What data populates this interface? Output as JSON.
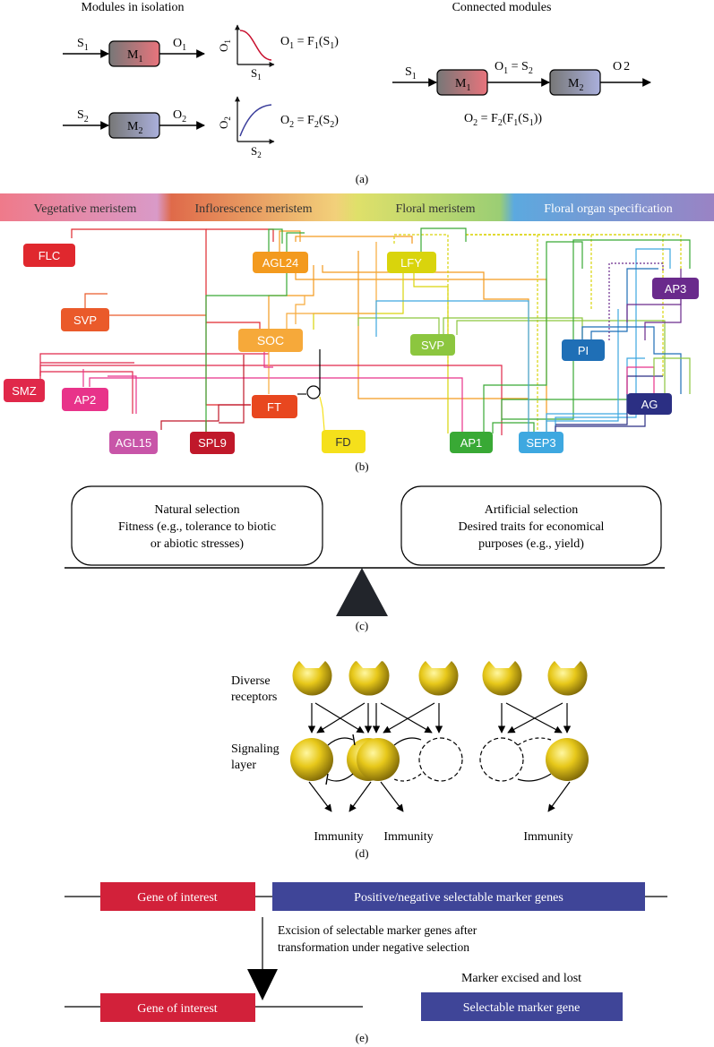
{
  "panel_a": {
    "title_isolation": "Modules in isolation",
    "title_connected": "Connected modules",
    "s1_sub": "1",
    "o1_sub": "1",
    "m1_sub": "1",
    "s2_sub": "2",
    "o2_sub": "2",
    "m2_sub": "2",
    "letter_s": "S",
    "letter_o": "O",
    "letter_m": "M",
    "eq1_lhs": "O",
    "eq1_mid": " = F",
    "eq1_arg": "(S",
    "eq1_close": ")",
    "eq_connected_mid": " = S",
    "eq_final_text": "(F",
    "label": "(a)"
  },
  "panel_b": {
    "headers": [
      "Vegetative meristem",
      "Inflorescence meristem",
      "Floral meristem",
      "Floral organ specification"
    ],
    "nodes": {
      "flc": "FLC",
      "agl24": "AGL24",
      "lfy": "LFY",
      "ap3": "AP3",
      "svp_left": "SVP",
      "soc": "SOC",
      "svp_right": "SVP",
      "pi": "PI",
      "smz": "SMZ",
      "ap2": "AP2",
      "ft": "FT",
      "ag": "AG",
      "agl15": "AGL15",
      "spl9": "SPL9",
      "fd": "FD",
      "ap1": "AP1",
      "sep3": "SEP3"
    },
    "label": "(b)"
  },
  "panel_c": {
    "left_line1": "Natural selection",
    "left_line2": "Fitness (e.g., tolerance to biotic",
    "left_line3": "or abiotic stresses)",
    "right_line1": "Artificial selection",
    "right_line2": "Desired traits for economical",
    "right_line3": "purposes (e.g., yield)",
    "label": "(c)"
  },
  "panel_d": {
    "receptors_line1": "Diverse",
    "receptors_line2": "receptors",
    "signaling_line1": "Signaling",
    "signaling_line2": "layer",
    "immunity": [
      "Immunity",
      "Immunity",
      "Immunity"
    ],
    "label": "(d)"
  },
  "panel_e": {
    "gene_of_interest": "Gene of interest",
    "marker_genes": "Positive/negative selectable marker genes",
    "excision_line1": "Excision of selectable marker genes after",
    "excision_line2": "transformation under negative selection",
    "gene_of_interest_2": "Gene of interest",
    "marker_lost": "Marker excised and lost",
    "selectable_marker": "Selectable marker gene",
    "label": "(e)"
  },
  "colors": {
    "flc": "#e0282e",
    "agl24": "#f39a1e",
    "lfy": "#d9d40c",
    "ap3": "#6a2a8c",
    "svp_left": "#ea5a2a",
    "soc": "#f6a93a",
    "svp_right": "#8cc63f",
    "pi": "#1f6fb6",
    "smz": "#e0284a",
    "ap2": "#e8338a",
    "ft": "#e8471f",
    "ag": "#2b2f83",
    "agl15": "#c855a8",
    "spl9": "#c0182a",
    "fd": "#f5e01b",
    "ap1": "#39a935",
    "sep3": "#3ea8e0",
    "gene_red": "#d2213a",
    "marker_blue": "#3f4598"
  }
}
